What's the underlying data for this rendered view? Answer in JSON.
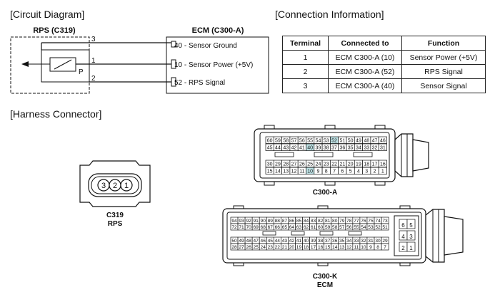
{
  "sections": {
    "circuit": "[Circuit Diagram]",
    "connection": "[Connection Information]",
    "harness": "[Harness Connector]"
  },
  "circuit": {
    "rps_title": "RPS (C319)",
    "ecm_title": "ECM (C300-A)",
    "pin_top": "3",
    "pin_mid": "1",
    "pin_bot": "2",
    "sensor_label": "P",
    "ecm_pins": [
      "40 - Sensor Ground",
      "10 - Sensor Power (+5V)",
      "52 - RPS Signal"
    ]
  },
  "connection_table": {
    "headers": [
      "Terminal",
      "Connected to",
      "Function"
    ],
    "rows": [
      [
        "1",
        "ECM C300-A (10)",
        "Sensor Power (+5V)"
      ],
      [
        "2",
        "ECM C300-A (52)",
        "RPS Signal"
      ],
      [
        "3",
        "ECM C300-A (40)",
        "Sensor Signal"
      ]
    ]
  },
  "c319": {
    "pins": [
      "3",
      "2",
      "1"
    ],
    "label1": "C319",
    "label2": "RPS"
  },
  "c300a": {
    "label": "C300-A",
    "row1": [
      "60",
      "59",
      "58",
      "57",
      "56",
      "55",
      "54",
      "53",
      "52",
      "51",
      "50",
      "49",
      "48",
      "47",
      "46"
    ],
    "row2": [
      "45",
      "44",
      "43",
      "42",
      "41",
      "40",
      "39",
      "38",
      "37",
      "36",
      "35",
      "34",
      "33",
      "32",
      "31"
    ],
    "row3": [
      "30",
      "29",
      "28",
      "27",
      "26",
      "25",
      "24",
      "23",
      "22",
      "21",
      "20",
      "19",
      "18",
      "17",
      "16"
    ],
    "row4": [
      "15",
      "14",
      "13",
      "12",
      "11",
      "10",
      "9",
      "8",
      "7",
      "6",
      "5",
      "4",
      "3",
      "2",
      "1"
    ],
    "highlight_color": "#bfe3e6"
  },
  "c300k": {
    "label1": "C300-K",
    "label2": "ECM",
    "row1": [
      "94",
      "93",
      "92",
      "91",
      "90",
      "89",
      "88",
      "87",
      "86",
      "85",
      "84",
      "83",
      "82",
      "81",
      "80",
      "79",
      "78",
      "77",
      "76",
      "75",
      "74",
      "73"
    ],
    "row2": [
      "72",
      "71",
      "70",
      "69",
      "68",
      "67",
      "66",
      "65",
      "64",
      "63",
      "62",
      "61",
      "60",
      "59",
      "58",
      "57",
      "56",
      "55",
      "54",
      "53",
      "52",
      "51"
    ],
    "row3": [
      "50",
      "49",
      "48",
      "47",
      "46",
      "45",
      "44",
      "43",
      "42",
      "41",
      "40",
      "39",
      "38",
      "37",
      "36",
      "35",
      "34",
      "33",
      "32",
      "31",
      "30",
      "29"
    ],
    "row4": [
      "28",
      "27",
      "26",
      "25",
      "24",
      "23",
      "22",
      "21",
      "20",
      "19",
      "18",
      "17",
      "16",
      "15",
      "14",
      "13",
      "12",
      "11",
      "10",
      "9",
      "8",
      "7"
    ],
    "small": [
      [
        "6",
        "5"
      ],
      [
        "4",
        "3"
      ],
      [
        "2",
        "1"
      ]
    ]
  }
}
